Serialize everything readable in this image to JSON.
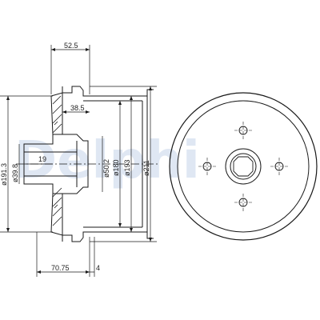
{
  "watermark": {
    "text": "Delphi",
    "color": "#dfe7f3"
  },
  "line_color": "#1a1a1a",
  "side_view": {
    "dims": {
      "width_top": "52.5",
      "hub_offset": "38.5",
      "bore_depth": "19",
      "width_bottom": "70.75",
      "flange": "4",
      "dia_191": "ø191.3",
      "dia_39": "ø39.8",
      "dia_50": "ø50.2",
      "dia_180": "ø180",
      "dia_193": "ø193",
      "dia_211": "ø211"
    }
  },
  "front_view": {
    "bolt_holes": 4
  }
}
